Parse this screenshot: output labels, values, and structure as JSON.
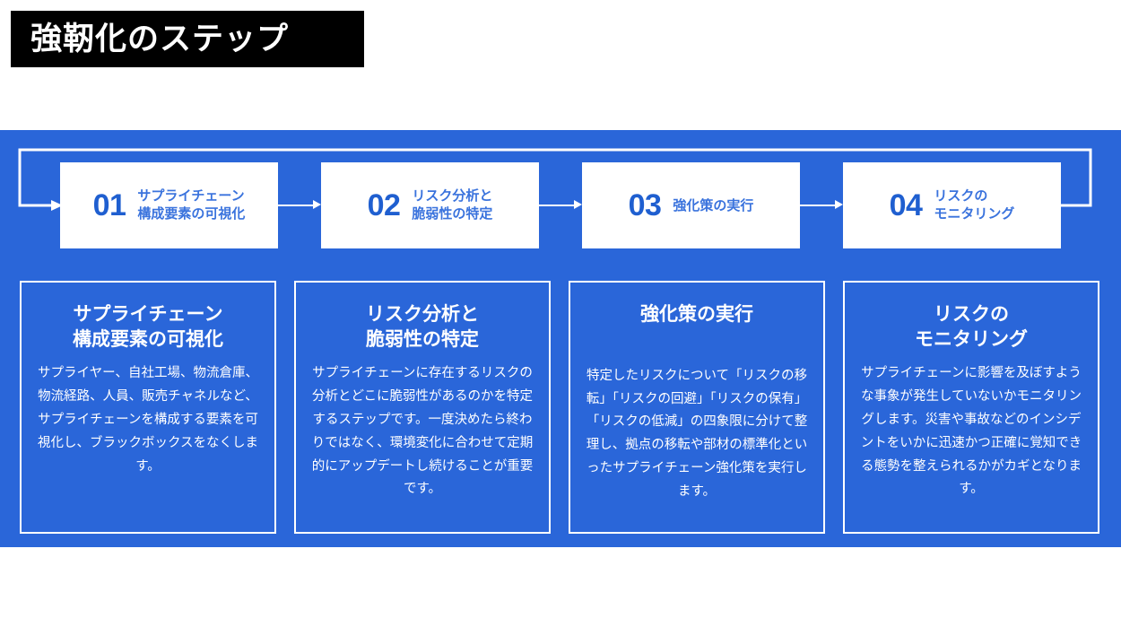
{
  "page": {
    "background_color": "#ffffff",
    "panel_color": "#2A66D9",
    "accent_number_color": "#1F5FD0",
    "accent_label_color": "#3A73DD",
    "banner_color": "#000000"
  },
  "title": {
    "text": "強靭化のステップ"
  },
  "steps": [
    {
      "number": "01",
      "label": "サプライチェーン\n構成要素の可視化"
    },
    {
      "number": "02",
      "label": "リスク分析と\n脆弱性の特定"
    },
    {
      "number": "03",
      "label": "強化策の実行"
    },
    {
      "number": "04",
      "label": "リスクの\nモニタリング"
    }
  ],
  "connectors": [
    {
      "name": "arrow-01-to-02"
    },
    {
      "name": "arrow-02-to-03"
    },
    {
      "name": "arrow-03-to-04"
    },
    {
      "name": "loop-arrow-04-to-01"
    }
  ],
  "cards": [
    {
      "title": "サプライチェーン\n構成要素の可視化",
      "body": "サプライヤー、自社工場、物流倉庫、物流経路、人員、販売チャネルなど、サプライチェーンを構成する要素を可視化し、ブラックボックスをなくします。"
    },
    {
      "title": "リスク分析と\n脆弱性の特定",
      "body": "サプライチェーンに存在するリスクの分析とどこに脆弱性があるのかを特定するステップです。一度決めたら終わりではなく、環境変化に合わせて定期的にアップデートし続けることが重要です。"
    },
    {
      "title": "強化策の実行",
      "body": "特定したリスクについて「リスクの移転」「リスクの回避」「リスクの保有」「リスクの低減」の四象限に分けて整理し、拠点の移転や部材の標準化といったサプライチェーン強化策を実行します。"
    },
    {
      "title": "リスクの\nモニタリング",
      "body": "サプライチェーンに影響を及ぼすような事象が発生していないかモニタリングします。災害や事故などのインシデントをいかに迅速かつ正確に覚知できる態勢を整えられるかがカギとなります。"
    }
  ]
}
